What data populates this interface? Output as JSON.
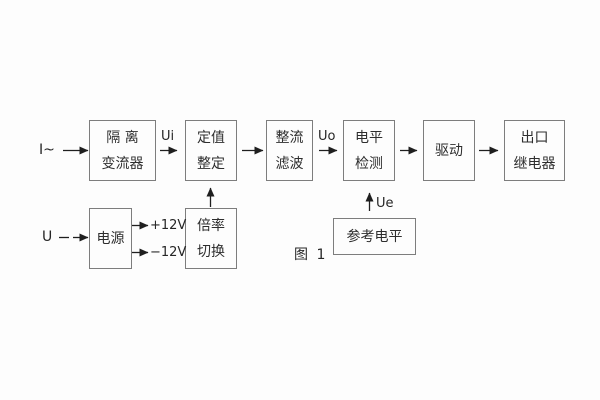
{
  "figure": {
    "caption": "图 1",
    "background_color": "#fdfdfd",
    "box_border_color": "#7d7d7d",
    "line_color": "#1f1f1f",
    "text_color": "#2e2e2e"
  },
  "blocks": {
    "isolation": {
      "line1": "隔 离",
      "line2": "变流器"
    },
    "setting": {
      "line1": "定值",
      "line2": "整定"
    },
    "rectifier": {
      "line1": "整流",
      "line2": "滤波"
    },
    "level": {
      "line1": "电平",
      "line2": "检测"
    },
    "drive": {
      "label": "驱动"
    },
    "output": {
      "line1": "出口",
      "line2": "继电器"
    },
    "power": {
      "label": "电源"
    },
    "ratio": {
      "line1": "倍率",
      "line2": "切换"
    },
    "reference": {
      "label": "参考电平"
    }
  },
  "signals": {
    "input_current": "I~",
    "input_voltage": "U",
    "ui": "Ui",
    "uo": "Uo",
    "ue": "Ue",
    "plus_rail": "+12V",
    "minus_rail": "−12V"
  }
}
